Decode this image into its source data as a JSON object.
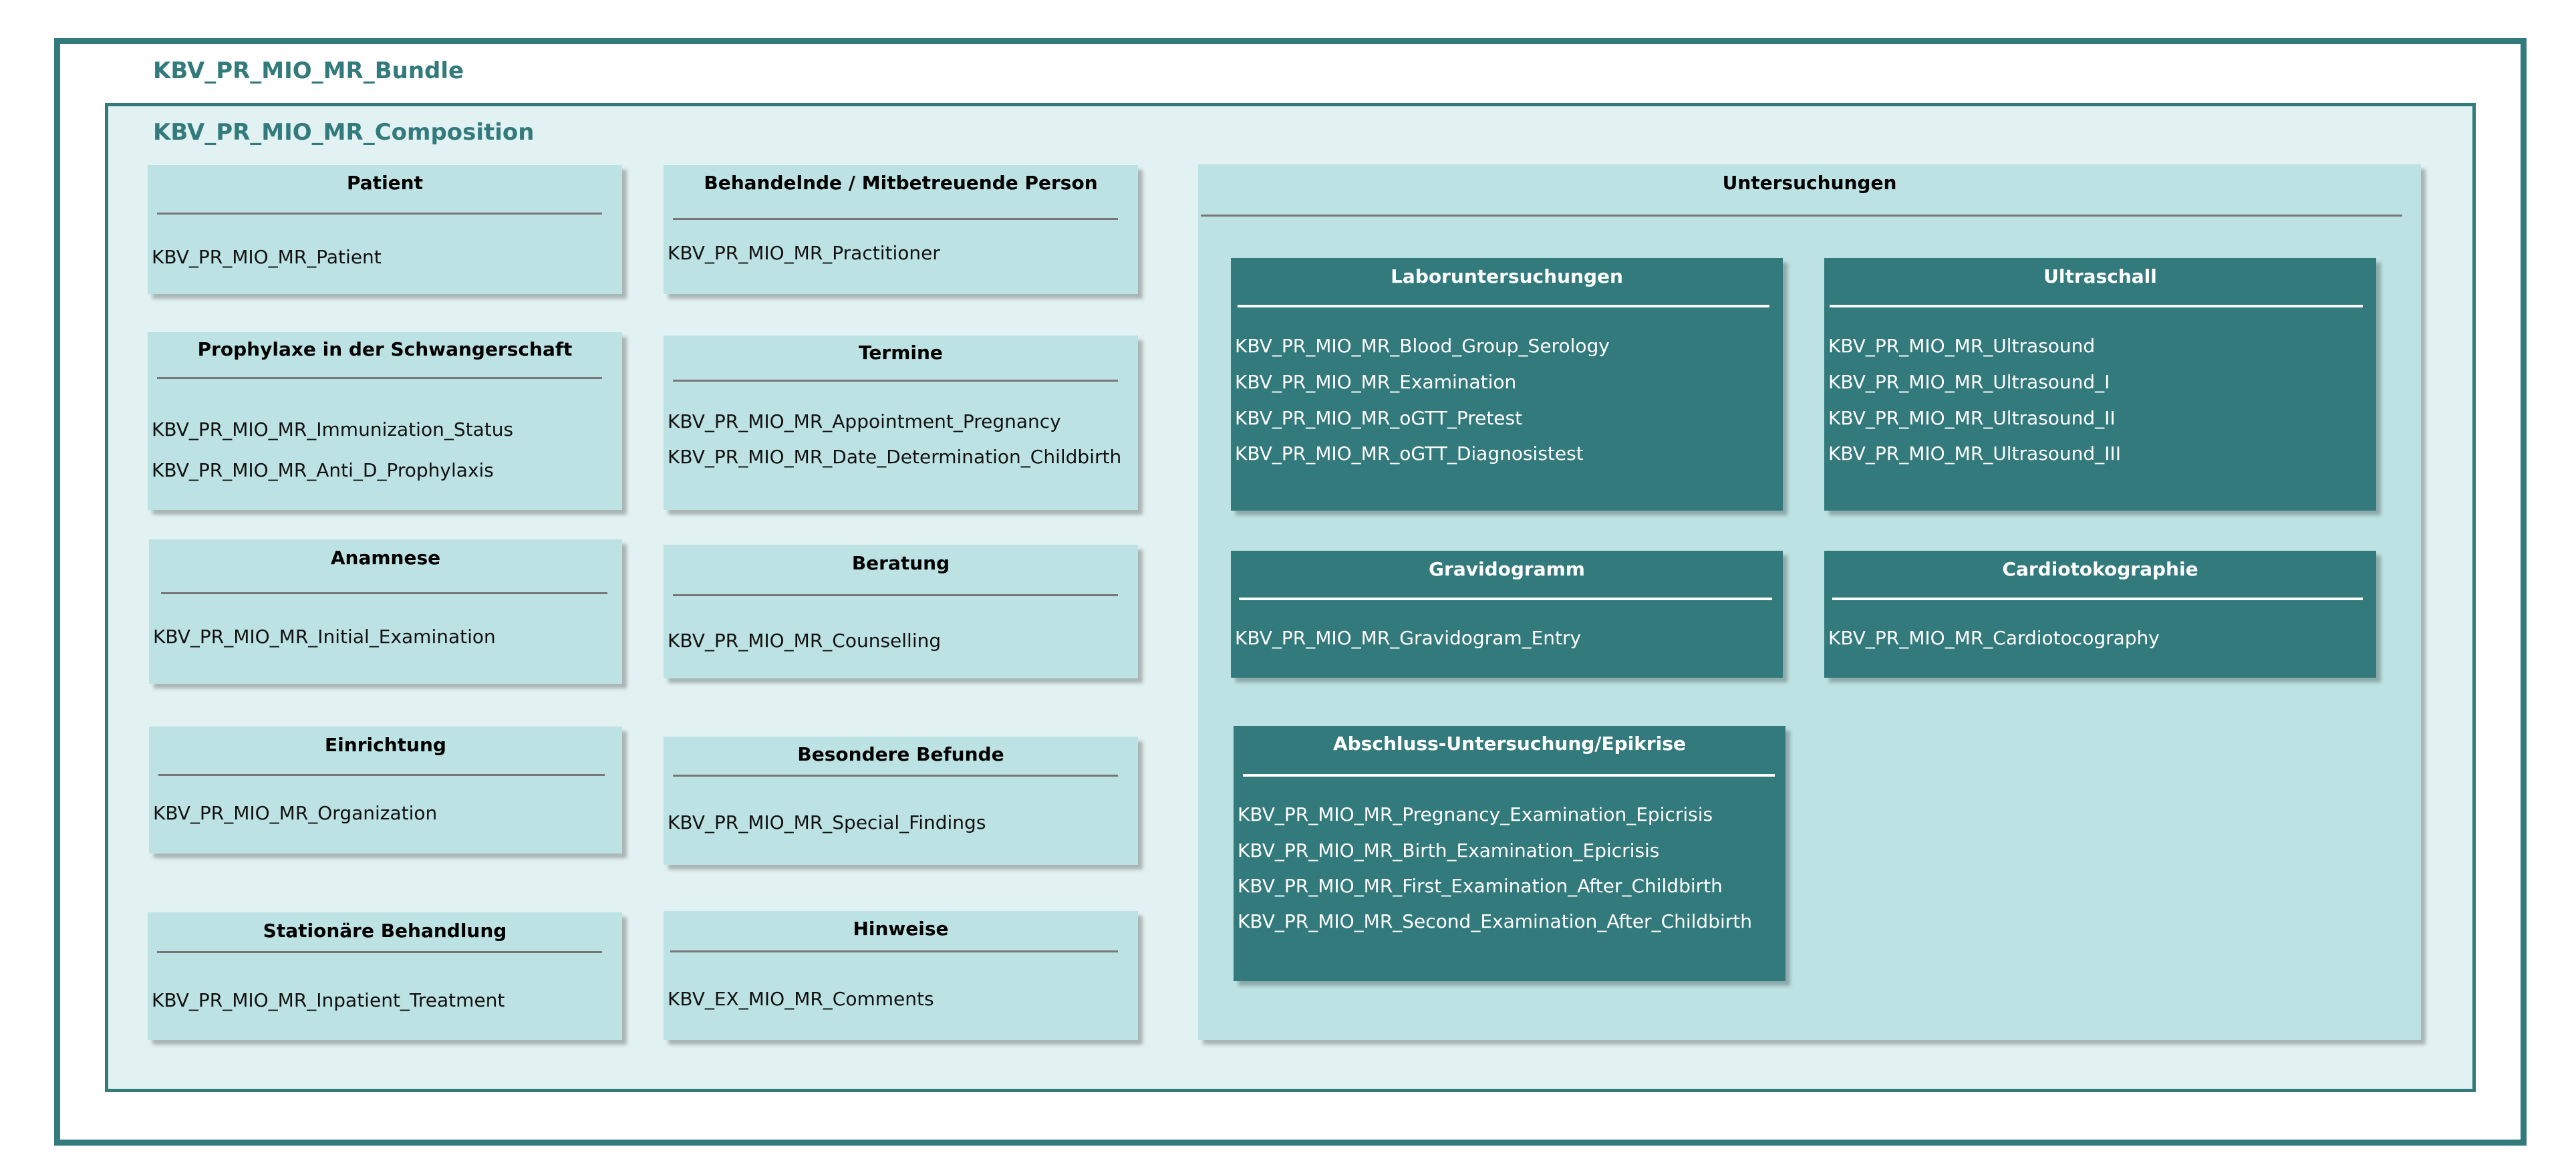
{
  "bundle": {
    "title": "KBV_PR_MIO_MR_Bundle"
  },
  "composition": {
    "title": "KBV_PR_MIO_MR_Composition"
  },
  "sections": {
    "patient": {
      "title": "Patient",
      "items": [
        "KBV_PR_MIO_MR_Patient"
      ]
    },
    "practitioner": {
      "title": "Behandelnde / Mitbetreuende Person",
      "items": [
        "KBV_PR_MIO_MR_Practitioner"
      ]
    },
    "prophylaxis": {
      "title": "Prophylaxe in der Schwangerschaft",
      "items": [
        "KBV_PR_MIO_MR_Immunization_Status",
        "KBV_PR_MIO_MR_Anti_D_Prophylaxis"
      ]
    },
    "appointments": {
      "title": "Termine",
      "items": [
        "KBV_PR_MIO_MR_Appointment_Pregnancy",
        "KBV_PR_MIO_MR_Date_Determination_Childbirth"
      ]
    },
    "anamnesis": {
      "title": "Anamnese",
      "items": [
        "KBV_PR_MIO_MR_Initial_Examination"
      ]
    },
    "counselling": {
      "title": "Beratung",
      "items": [
        "KBV_PR_MIO_MR_Counselling"
      ]
    },
    "organization": {
      "title": "Einrichtung",
      "items": [
        "KBV_PR_MIO_MR_Organization"
      ]
    },
    "special_findings": {
      "title": "Besondere Befunde",
      "items": [
        "KBV_PR_MIO_MR_Special_Findings"
      ]
    },
    "inpatient": {
      "title": "Stationäre Behandlung",
      "items": [
        "KBV_PR_MIO_MR_Inpatient_Treatment"
      ]
    },
    "comments": {
      "title": "Hinweise",
      "items": [
        "KBV_EX_MIO_MR_Comments"
      ]
    },
    "examinations": {
      "title": "Untersuchungen"
    },
    "lab": {
      "title": "Laboruntersuchungen",
      "items": [
        "KBV_PR_MIO_MR_Blood_Group_Serology",
        "KBV_PR_MIO_MR_Examination",
        "KBV_PR_MIO_MR_oGTT_Pretest",
        "KBV_PR_MIO_MR_oGTT_Diagnosistest"
      ]
    },
    "ultrasound": {
      "title": "Ultraschall",
      "items": [
        "KBV_PR_MIO_MR_Ultrasound",
        "KBV_PR_MIO_MR_Ultrasound_I",
        "KBV_PR_MIO_MR_Ultrasound_II",
        "KBV_PR_MIO_MR_Ultrasound_III"
      ]
    },
    "gravidogram": {
      "title": "Gravidogramm",
      "items": [
        "KBV_PR_MIO_MR_Gravidogram_Entry"
      ]
    },
    "cardiotocography": {
      "title": "Cardiotokographie",
      "items": [
        "KBV_PR_MIO_MR_Cardiotocography"
      ]
    },
    "epicrisis": {
      "title": "Abschluss-Untersuchung/Epikrise",
      "items": [
        "KBV_PR_MIO_MR_Pregnancy_Examination_Epicrisis",
        "KBV_PR_MIO_MR_Birth_Examination_Epicrisis",
        "KBV_PR_MIO_MR_First_Examination_After_Childbirth",
        "KBV_PR_MIO_MR_Second_Examination_After_Childbirth"
      ]
    }
  },
  "colors": {
    "frame": "#337a7c",
    "composition_bg": "#e2f1f1",
    "light_box": "#bde2e3",
    "dark_box": "#337a7c"
  }
}
